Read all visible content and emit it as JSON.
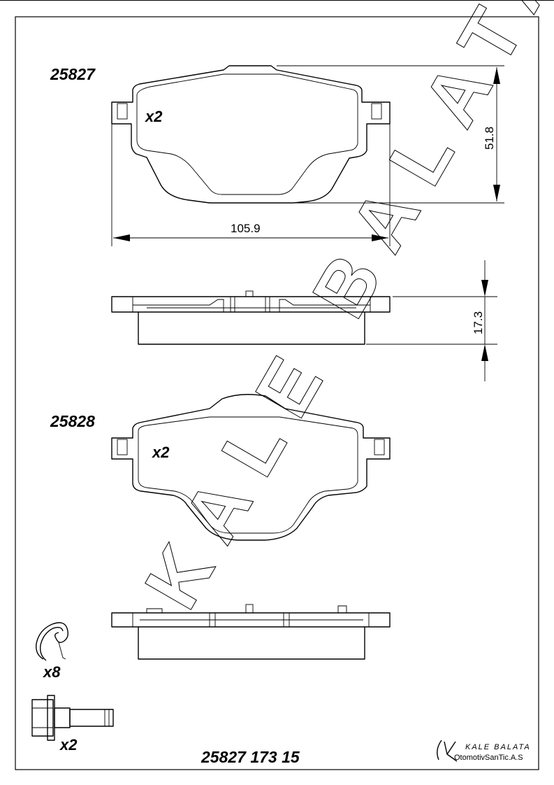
{
  "parts": {
    "part_a": "25827",
    "part_b": "25828",
    "qty_pad_a": "x2",
    "qty_pad_b": "x2",
    "qty_clip": "x8",
    "qty_bolt": "x2"
  },
  "dimensions": {
    "width": "105.9",
    "height": "51.8",
    "thickness": "17.3"
  },
  "kit_code": "25827 173 15",
  "watermark": "KALE BALATA",
  "logo": {
    "brand": "KALE BALATA",
    "company": "OtomotivSanTic.A.S"
  }
}
